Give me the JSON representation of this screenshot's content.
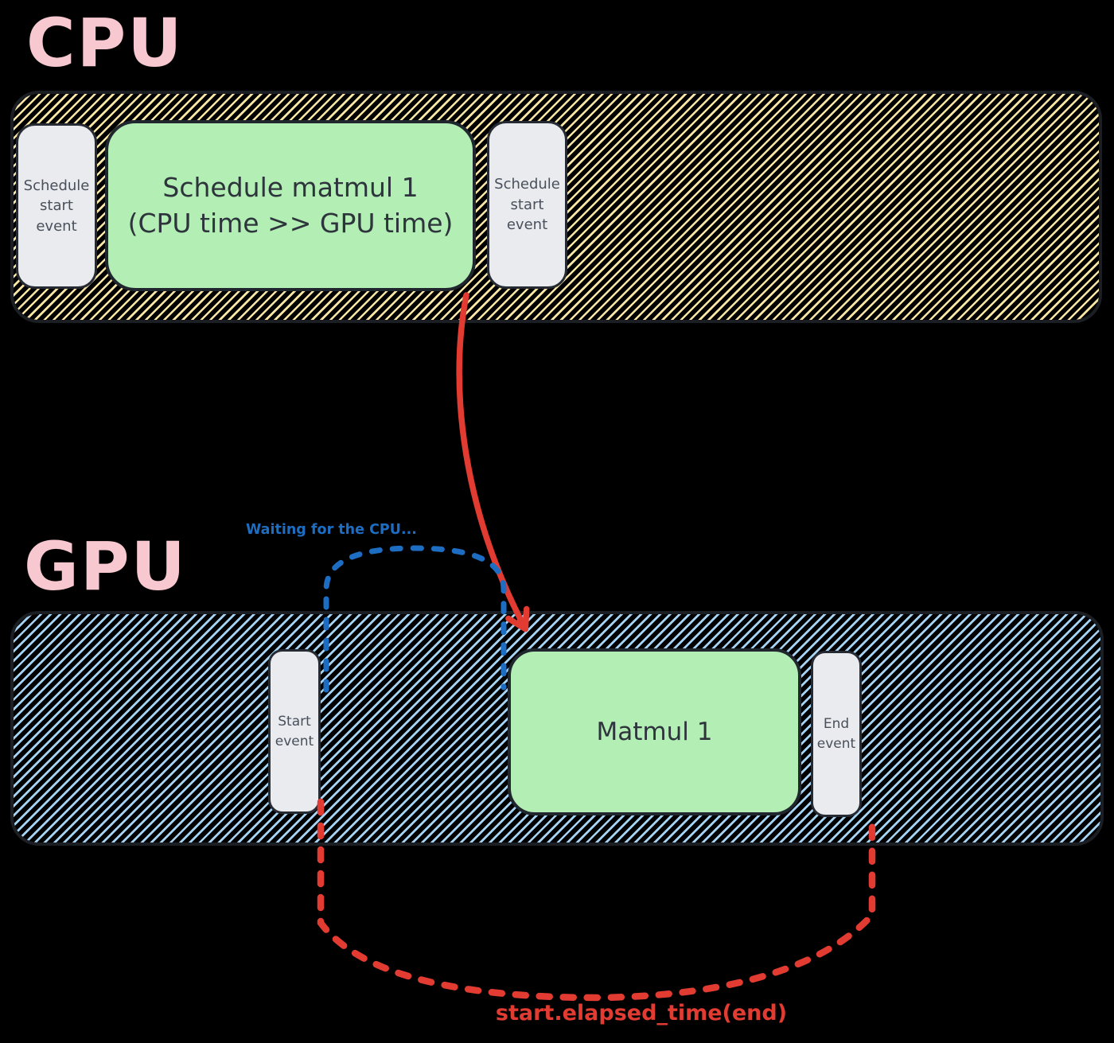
{
  "colors": {
    "bg": "#000000",
    "pink": "#f8c8d0",
    "yellow-hatch": "#f9e6a4",
    "blue-hatch": "#a5d3f4",
    "green-fill": "#b3eeb5",
    "gray-fill": "#e9ebee",
    "red": "#e13b32",
    "blue": "#1d6ec2"
  },
  "cpu": {
    "label": "CPU",
    "schedule_event_1": "Schedule start event",
    "task_line1": "Schedule matmul 1",
    "task_line2": "(CPU time >> GPU time)",
    "schedule_event_2": "Schedule start event"
  },
  "gpu": {
    "label": "GPU",
    "start_event": "Start event",
    "task": "Matmul 1",
    "end_event": "End event"
  },
  "annotations": {
    "waiting": "Waiting for the CPU...",
    "elapsed": "start.elapsed_time(end)"
  }
}
